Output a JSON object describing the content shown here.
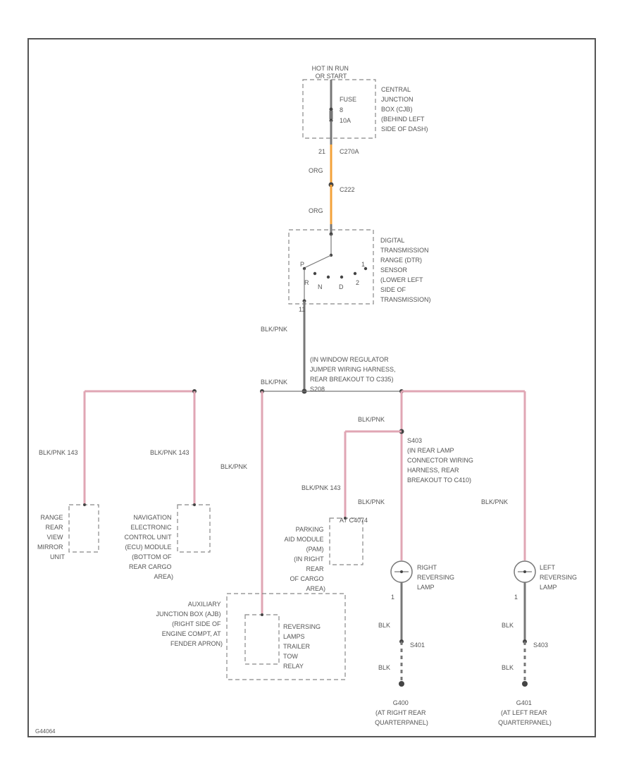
{
  "colors": {
    "pink_wire": "#e0a6b4",
    "orange_wire": "#f3a23a",
    "gray_wire": "#777777"
  },
  "labels": {
    "hot": [
      "HOT IN RUN",
      "OR START"
    ],
    "fuse": [
      "FUSE",
      "8",
      "10A"
    ],
    "cjb": [
      "CENTRAL",
      "JUNCTION",
      "BOX (CJB)",
      "(BEHIND LEFT",
      "SIDE OF DASH)"
    ],
    "pin21": "21",
    "c270a": "C270A",
    "org1": "ORG",
    "c222": "C222",
    "org2": "ORG",
    "dtr": [
      "DIGITAL",
      "TRANSMISSION",
      "RANGE (DTR)",
      "SENSOR",
      "(LOWER LEFT",
      "SIDE OF",
      "TRANSMISSION)"
    ],
    "dtr_pos": [
      "P",
      "R",
      "N",
      "D",
      "2",
      "1"
    ],
    "pin11": "11",
    "blkpnk1": "BLK/PNK",
    "s208": [
      "(IN WINDOW REGULATOR",
      "JUMPER WIRING HARNESS,",
      "REAR BREAKOUT TO C335)",
      "S208"
    ],
    "blkpnk_mid": "BLK/PNK",
    "blkpnk_143_a": "BLK/PNK  143",
    "blkpnk_143_b": "BLK/PNK  143",
    "blkpnk_vert": "BLK/PNK",
    "rrvm": [
      "RANGE",
      "REAR",
      "VIEW",
      "MIRROR",
      "UNIT"
    ],
    "nav": [
      "NAVIGATION",
      "ELECTRONIC",
      "CONTROL UNIT",
      "(ECU) MODULE",
      "(BOTTOM OF",
      "REAR CARGO",
      "AREA)"
    ],
    "blkpnk_s403": "BLK/PNK",
    "s403": [
      "S403",
      "(IN REAR LAMP",
      "CONNECTOR WIRING",
      "HARNESS, REAR",
      "BREAKOUT TO C410)"
    ],
    "blkpnk_143_c": "BLK/PNK  143",
    "pam_conn": "A7  C4074",
    "pam": [
      "PARKING",
      "AID MODULE",
      "(PAM)",
      "(IN RIGHT",
      "REAR",
      "OF CARGO",
      "AREA)"
    ],
    "blkpnk_rr": "BLK/PNK",
    "blkpnk_lr": "BLK/PNK",
    "rrl": [
      "RIGHT",
      "REVERSING",
      "LAMP"
    ],
    "lrl": [
      "LEFT",
      "REVERSING",
      "LAMP"
    ],
    "pin1_r": "1",
    "pin1_l": "1",
    "ajb": [
      "AUXILIARY",
      "JUNCTION BOX (AJB)",
      "(RIGHT SIDE OF",
      "ENGINE COMPT, AT",
      "FENDER APRON)"
    ],
    "relay": [
      "REVERSING",
      "LAMPS",
      "TRAILER",
      "TOW",
      "RELAY"
    ],
    "blk_r1": "BLK",
    "blk_r2": "BLK",
    "blk_l1": "BLK",
    "blk_l2": "BLK",
    "s401": "S401",
    "s403b": "S403",
    "g400": [
      "G400",
      "(AT RIGHT REAR",
      "QUARTERPANEL)"
    ],
    "g401": [
      "G401",
      "(AT LEFT REAR",
      "QUARTERPANEL)"
    ],
    "footer": "G44064"
  }
}
